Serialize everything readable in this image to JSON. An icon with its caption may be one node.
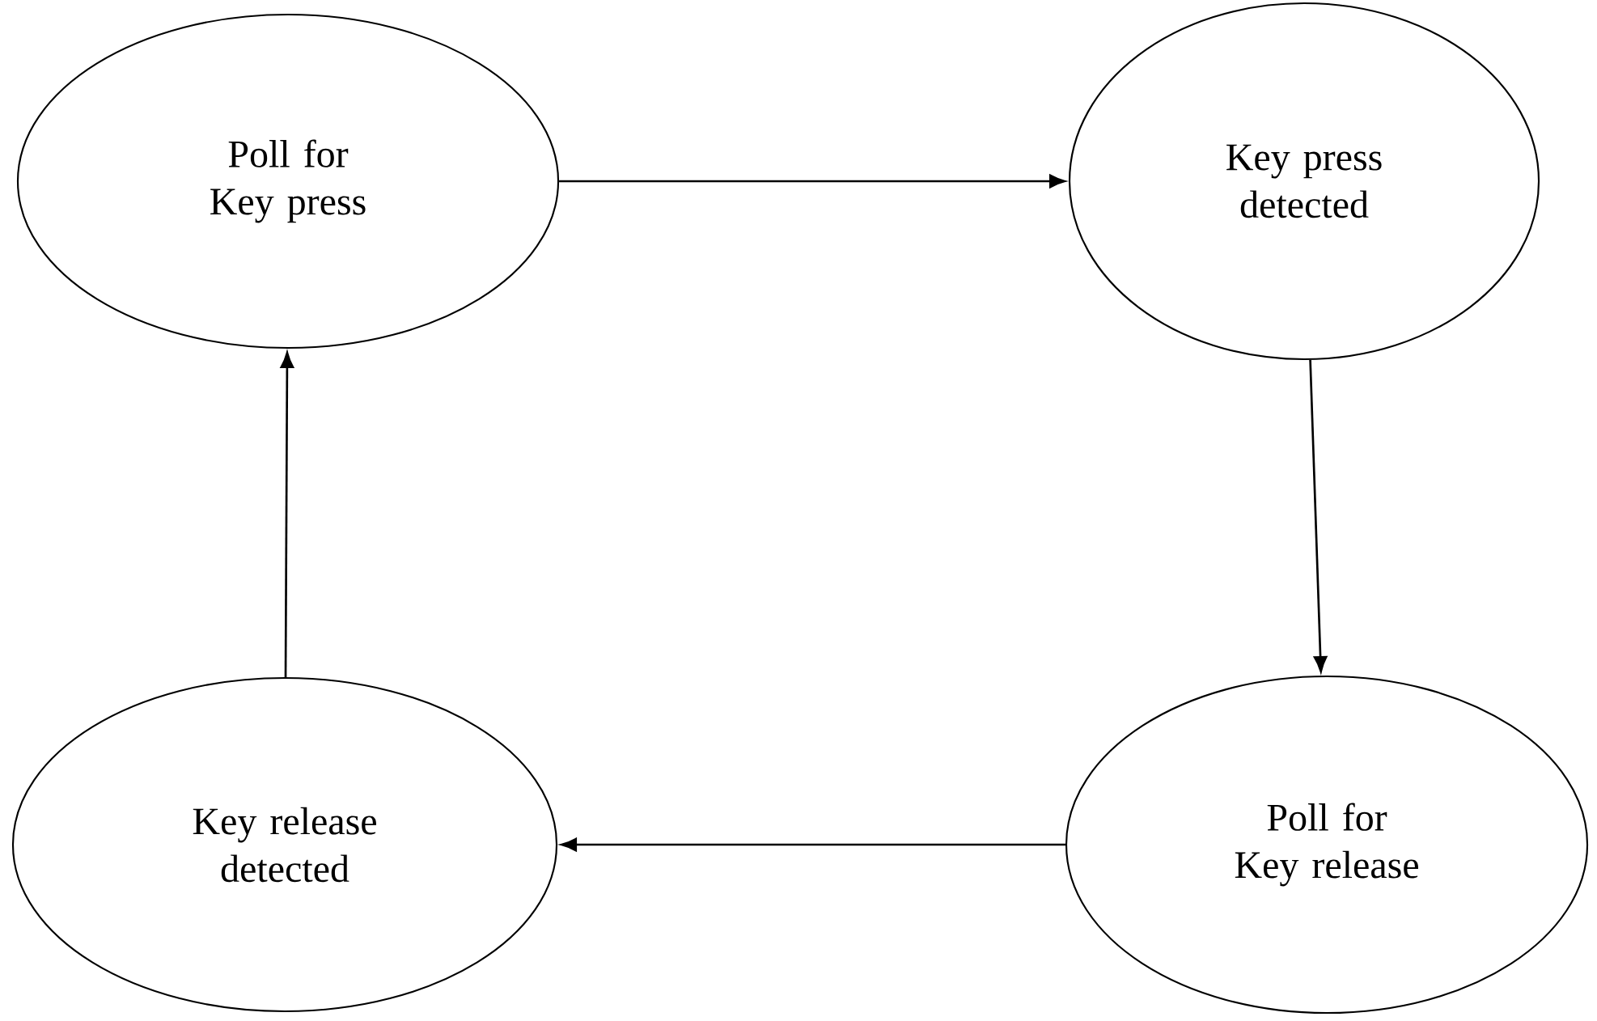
{
  "diagram": {
    "nodes": [
      {
        "text": [
          "Poll for Key press"
        ]
      },
      {
        "text": [
          "Key press detected"
        ]
      },
      {
        "text": [
          "Poll for Key release"
        ]
      },
      {
        "text": [
          "Key release detected"
        ]
      }
    ],
    "edges": [
      {
        "from": 0,
        "to": 1,
        "arrow": "to"
      },
      {
        "from": 1,
        "to": 2,
        "arrow": "to"
      },
      {
        "from": 2,
        "to": 3,
        "arrow": "to"
      },
      {
        "from": 3,
        "to": 0,
        "arrow": "to"
      }
    ]
  }
}
